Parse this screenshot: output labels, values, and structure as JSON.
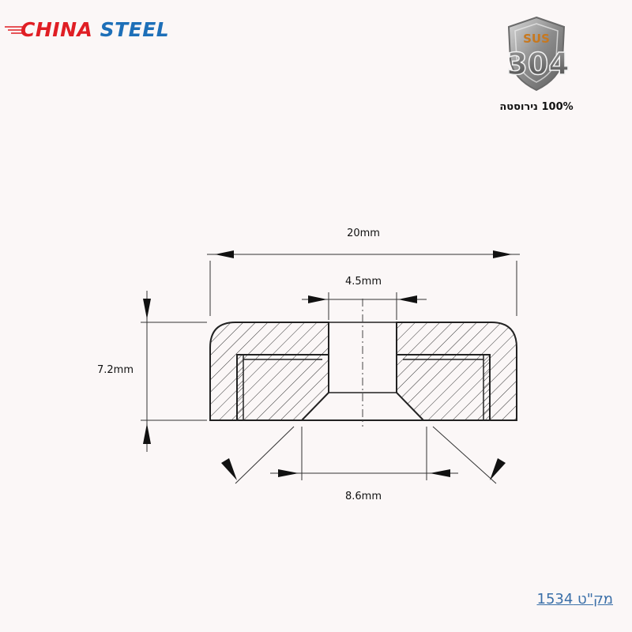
{
  "brand": {
    "word1": "CHINA",
    "word2": "STEEL",
    "colors": {
      "word1": "#e01e24",
      "word2": "#1d6fb8"
    }
  },
  "badge": {
    "grade_top": "SUS",
    "grade_number": "304",
    "caption": "100% נירוסטה",
    "icon": "shield-icon"
  },
  "drawing": {
    "dimensions": {
      "overall_width": "20mm",
      "hole_diameter": "4.5mm",
      "height": "7.2mm",
      "countersink_diameter": "8.6mm"
    }
  },
  "sku": {
    "label": "מק\"ט 1534"
  }
}
